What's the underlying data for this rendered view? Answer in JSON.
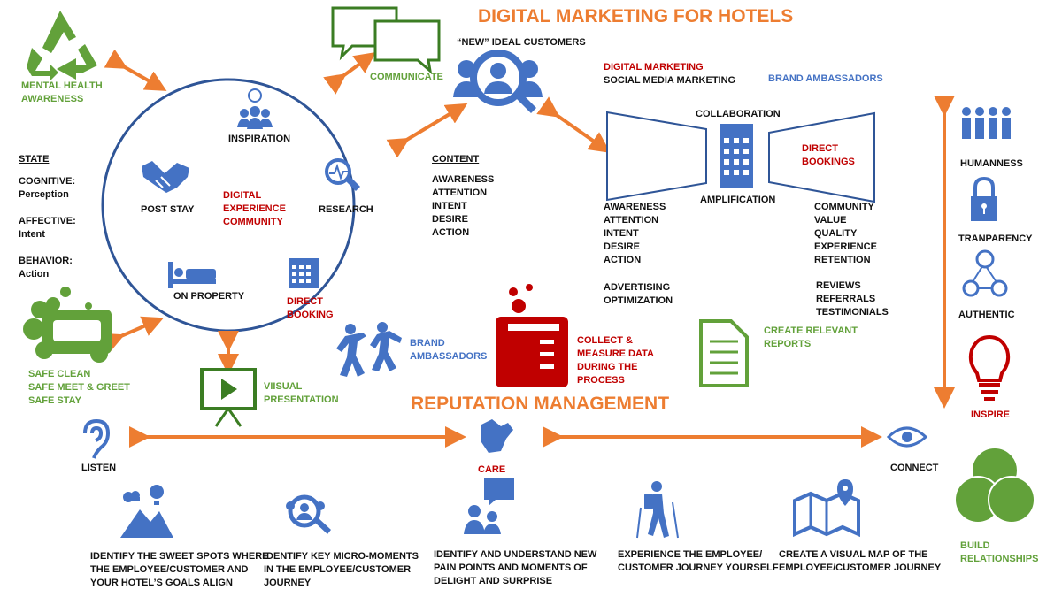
{
  "title": "DIGITAL MARKETING FOR HOTELS",
  "reputation_title": "REPUTATION MANAGEMENT",
  "left_top": {
    "label": "MENTAL HEALTH AWARENESS",
    "line1": "MENTAL HEALTH",
    "line2": "AWARENESS"
  },
  "communicate": "COMMUNICATE",
  "ideal_customers": "“NEW” IDEAL CUSTOMERS",
  "circle": {
    "inspiration": "INSPIRATION",
    "post_stay": "POST STAY",
    "research": "RESEARCH",
    "center": [
      "DIGITAL",
      "EXPERIENCE",
      "COMMUNITY"
    ],
    "on_property": "ON PROPERTY",
    "direct_booking": [
      "DIRECT",
      "BOOKING"
    ]
  },
  "state": {
    "heading": "STATE",
    "items": [
      "COGNITIVE:",
      "Perception",
      "AFFECTIVE:",
      "Intent",
      "BEHAVIOR:",
      "Action"
    ]
  },
  "content": {
    "heading": "CONTENT",
    "items": [
      "AWARENESS",
      "ATTENTION",
      "INTENT",
      "DESIRE",
      "ACTION"
    ]
  },
  "marketing": {
    "digital": "DIGITAL MARKETING",
    "social": "SOCIAL MEDIA MARKETING",
    "brand_ambassadors": "BRAND AMBASSADORS",
    "collaboration": "COLLABORATION",
    "amplification": "AMPLIFICATION",
    "direct_bookings": [
      "DIRECT",
      "BOOKINGS"
    ],
    "funnel_left": [
      "AWARENESS",
      "ATTENTION",
      "INTENT",
      "DESIRE",
      "ACTION"
    ],
    "funnel_right": [
      "COMMUNITY",
      "VALUE",
      "QUALITY",
      "EXPERIENCE",
      "RETENTION"
    ],
    "advertising": [
      "ADVERTISING",
      "OPTIMIZATION"
    ],
    "reviews": [
      "REVIEWS",
      "REFERRALS",
      "TESTIMONIALS"
    ]
  },
  "reports": [
    "CREATE RELEVANT",
    "REPORTS"
  ],
  "collect": [
    "COLLECT &",
    "MEASURE DATA",
    "DURING THE",
    "PROCESS"
  ],
  "brand_ambassadors2": [
    "BRAND",
    "AMBASSADORS"
  ],
  "safe": [
    "SAFE CLEAN",
    "SAFE MEET & GREET",
    "SAFE STAY"
  ],
  "visual_presentation": [
    "VIISUAL",
    "PRESENTATION"
  ],
  "right_col": {
    "humanness": "HUMANNESS",
    "transparency": "TRANPARENCY",
    "authentic": "AUTHENTIC",
    "inspire": "INSPIRE",
    "build": [
      "BUILD",
      "RELATIONSHIPS"
    ]
  },
  "bottom_bar": {
    "listen": "LISTEN",
    "care": "CARE",
    "connect": "CONNECT"
  },
  "steps": [
    [
      "IDENTIFY THE SWEET SPOTS WHERE",
      "THE  EMPLOYEE/CUSTOMER  AND",
      "YOUR HOTEL’S GOALS ALIGN"
    ],
    [
      "IDENTIFY KEY MICRO-MOMENTS",
      "IN THE EMPLOYEE/CUSTOMER",
      "JOURNEY"
    ],
    [
      "IDENTIFY AND UNDERSTAND  NEW",
      "PAIN POINTS AND MOMENTS OF",
      "DELIGHT AND SURPRISE"
    ],
    [
      "EXPERIENCE THE EMPLOYEE/",
      "CUSTOMER JOURNEY YOURSELF"
    ],
    [
      "CREATE A VISUAL MAP OF THE",
      "EMPLOYEE/CUSTOMER JOURNEY"
    ]
  ],
  "colors": {
    "orange": "#ed7d31",
    "blue": "#4472c4",
    "green": "#62a13a",
    "red": "#c00000",
    "circle": "#2f5597"
  }
}
